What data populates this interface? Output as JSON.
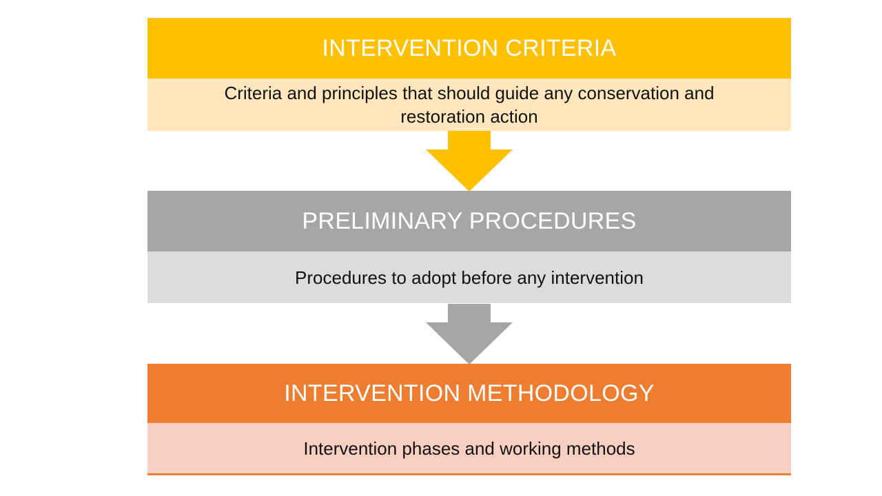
{
  "flow": {
    "steps": [
      {
        "title": "INTERVENTION CRITERIA",
        "description": "Criteria and principles that should guide any conservation and restoration action",
        "header_color": "#FFC000",
        "body_color": "#FFE6BD"
      },
      {
        "title": "PRELIMINARY PROCEDURES",
        "description": "Procedures to adopt before any intervention",
        "header_color": "#A6A6A6",
        "body_color": "#DCDCDC"
      },
      {
        "title": "INTERVENTION METHODOLOGY",
        "description": "Intervention phases and working methods",
        "header_color": "#ED7D31",
        "body_color": "#F8CFC0"
      }
    ],
    "arrows": [
      {
        "icon": "arrow-down-icon",
        "color": "#FFC000"
      },
      {
        "icon": "arrow-down-icon",
        "color": "#A6A6A6"
      }
    ]
  }
}
